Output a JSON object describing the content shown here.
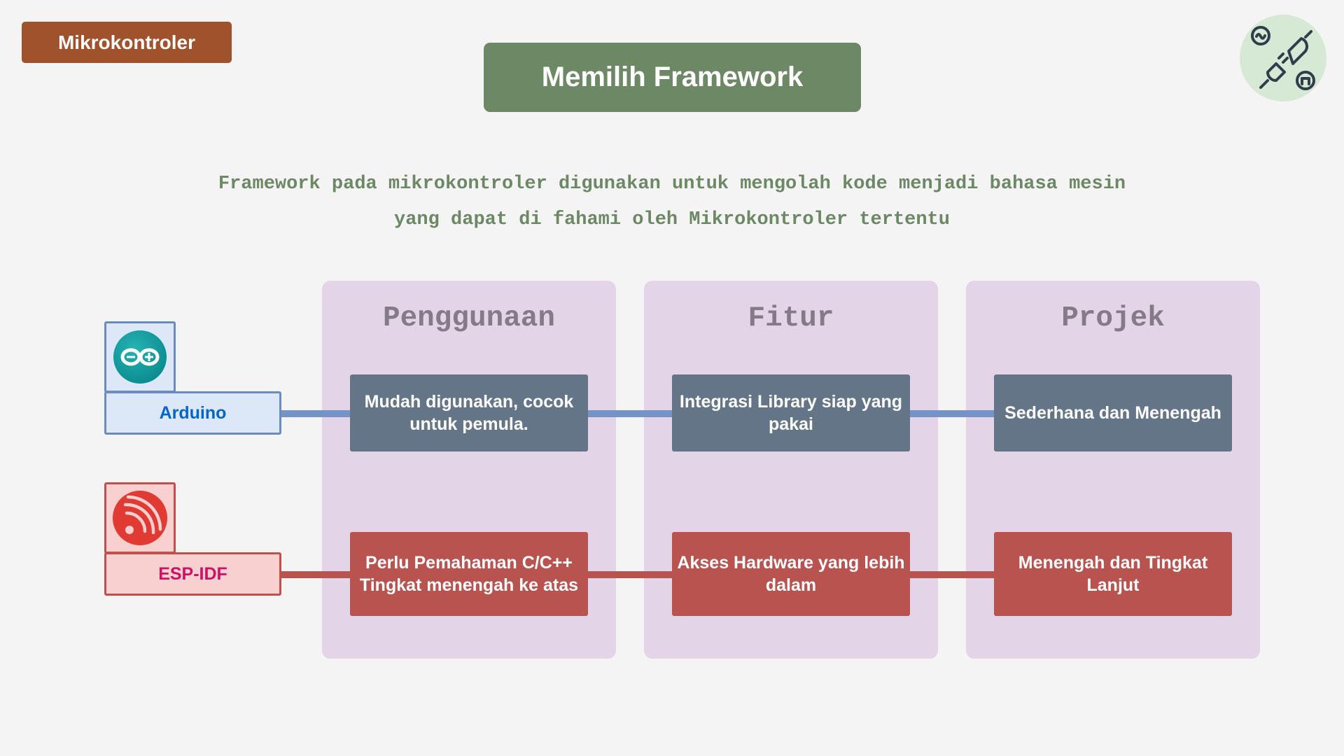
{
  "tag": "Mikrokontroler",
  "title": "Memilih Framework",
  "subtitle": {
    "line1": "Framework pada mikrokontroler digunakan untuk mengolah kode menjadi bahasa mesin",
    "line2": "yang dapat di fahami oleh Mikrokontroler tertentu"
  },
  "columns": [
    "Penggunaan",
    "Fitur",
    "Projek"
  ],
  "frameworks": [
    {
      "name": "Arduino",
      "icon": "arduino-logo-icon",
      "color": "#0066cc",
      "cells": [
        "Mudah digunakan, cocok untuk pemula.",
        "Integrasi Library siap yang pakai",
        "Sederhana dan Menengah"
      ]
    },
    {
      "name": "ESP-IDF",
      "icon": "espressif-logo-icon",
      "color": "#cc1166",
      "cells": [
        "Perlu Pemahaman C/C++ Tingkat menengah ke atas",
        "Akses Hardware yang lebih dalam",
        "Menengah dan Tingkat Lanjut"
      ]
    }
  ],
  "corner_icon": "plug-connection-icon",
  "colors": {
    "tag": "#a0522d",
    "title": "#6c8864",
    "column_bg": "#e3d5e7",
    "row1": "#647587",
    "row2": "#b85350"
  }
}
